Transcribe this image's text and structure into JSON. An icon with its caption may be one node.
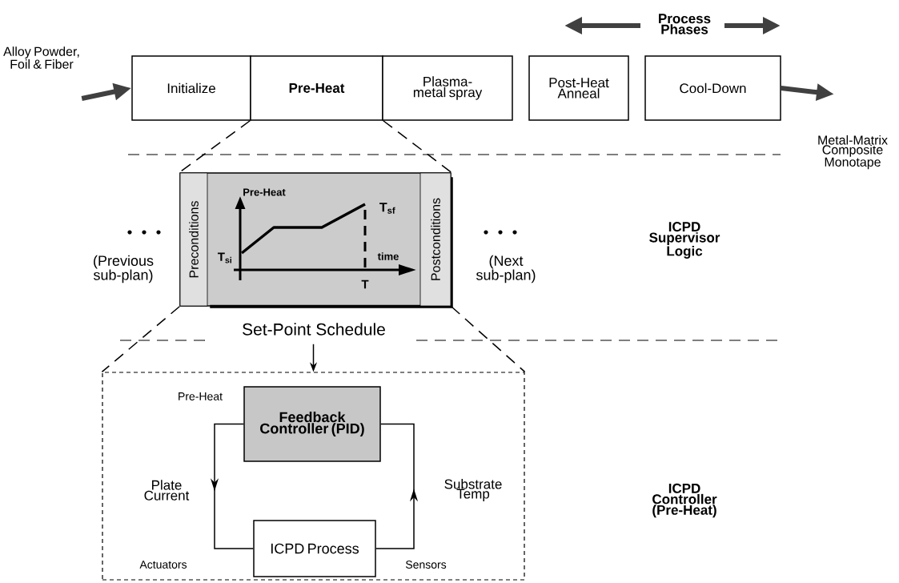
{
  "diagram": {
    "nodes": [
      {
        "text": [
          "Alloy Powder, Foil & Fiber"
        ]
      },
      {
        "text": [
          "Initialize"
        ]
      },
      {
        "text": [
          "**Pre-Heat**"
        ]
      },
      {
        "text": [
          "Plasma-metal spray"
        ]
      },
      {
        "text": [
          "Post-Heat Anneal"
        ]
      },
      {
        "text": [
          "Cool-Down"
        ]
      },
      {
        "text": [
          "Metal-Matrix Composite Monotape"
        ]
      },
      {
        "text": [
          "Set-Point Schedule"
        ]
      },
      {
        "text": [
          "Preconditions"
        ],
        "in": 7
      },
      {
        "text": [
          "Postconditions"
        ],
        "in": 7
      },
      {
        "text": [
          "Pre-Heat"
        ]
      },
      {
        "text": [
          "**Feedback Controller (PID)**"
        ],
        "in": 10
      },
      {
        "text": [
          "ICPD Process"
        ],
        "in": 10
      }
    ],
    "edges": [
      {
        "from": 0,
        "to": 1,
        "arrow": "to",
        "style": "thick"
      },
      {
        "from": 5,
        "to": 6,
        "arrow": "to",
        "style": "thick"
      },
      {
        "from": 2,
        "to": 7,
        "arrow": "none",
        "style": "dashed"
      },
      {
        "from": 2,
        "to": 7,
        "arrow": "none",
        "style": "dashed"
      },
      {
        "from": 7,
        "to": 10,
        "arrow": "none",
        "style": "dashed"
      },
      {
        "from": 7,
        "to": 10,
        "arrow": "none",
        "style": "dashed"
      },
      {
        "from": 7,
        "to": 10,
        "arrow": "to"
      },
      {
        "from": 11,
        "to": 12,
        "arrow": "to",
        "label": "Plate Current"
      },
      {
        "from": 12,
        "to": 11,
        "arrow": "to",
        "label": "Substrate Temp"
      }
    ],
    "labels": [
      "**Process Phases**",
      "**Pre-Heat**",
      "**T$_{sf}$**",
      "(Previous sub-plan)",
      "**T$_{si}$**",
      "**time**",
      "(Next sub-plan)",
      "**ICPD Supervisor Logic**",
      "**T**",
      "Actuators",
      "Sensors",
      "**ICPD Controller (Pre-Heat)**"
    ]
  }
}
